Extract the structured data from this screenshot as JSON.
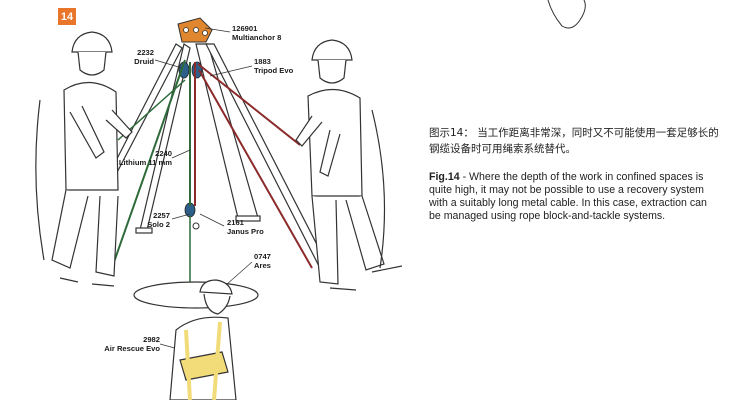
{
  "figure": {
    "number": "14"
  },
  "labels": {
    "multianchor": {
      "code": "126901",
      "name": "Multianchor 8"
    },
    "druid": {
      "code": "2232",
      "name": "Druid"
    },
    "tripod": {
      "code": "1883",
      "name": "Tripod Evo"
    },
    "lithium": {
      "code": "2240",
      "name": "Lithium 11 mm"
    },
    "solo": {
      "code": "2257",
      "name": "Solo 2"
    },
    "janus": {
      "code": "2161",
      "name": "Janus Pro"
    },
    "ares": {
      "code": "0747",
      "name": "Ares"
    },
    "air_rescue": {
      "code": "2982",
      "name": "Air Rescue Evo"
    }
  },
  "caption": {
    "zh": "图示14： 当工作距离非常深，同时又不可能使用一套足够长的钢缆设备时可用绳索系统替代。",
    "fig_label": "Fig.14",
    "en": " - Where the depth of the work in confined spaces is quite high, it may not be possible to use a recovery system with a suitably long metal cable. In this case, extraction can be managed using rope block-and-tackle systems."
  },
  "colors": {
    "badge": "#e8752a",
    "rope_green": "#2e6b3a",
    "rope_red": "#8a2a2a",
    "device_blue": "#2c5f8a",
    "anchor_orange": "#e0862e",
    "harness_yellow": "#f2dc7a"
  },
  "icons": [
    "helmet-icon",
    "harness-icon",
    "pulley-icon",
    "tripod-icon"
  ]
}
